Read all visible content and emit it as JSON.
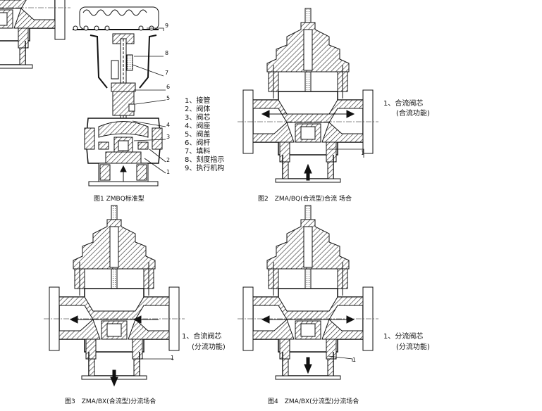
{
  "figures": [
    {
      "caption": "图1 ZMBQ标准型"
    },
    {
      "caption": "图2　ZMA/BQ(合流型)合流 场合"
    },
    {
      "caption": "图3　ZMA/BX(合流型)分流场合"
    },
    {
      "caption": "图4　ZMA/BX(分流型)分流场合"
    }
  ],
  "fig1_legend": [
    "1、接管",
    "2、阀体",
    "3、阀芯",
    "4、阀座",
    "5、阀盖",
    "6、阀杆",
    "7、填料",
    "8、刻度指示",
    "9、执行机构"
  ],
  "fig1_callouts": [
    "9",
    "8",
    "7",
    "6",
    "5",
    "4",
    "3",
    "2",
    "1"
  ],
  "fig2_note": {
    "line1": "1、合流阀芯",
    "line2": "(合流功能)",
    "callout": "1"
  },
  "fig3_note": {
    "line1": "1、合流阀芯",
    "line2": "(分流功能)",
    "callout": "1"
  },
  "fig4_note": {
    "line1": "1、分流阀芯",
    "line2": "(分流功能)",
    "callout": "1"
  }
}
